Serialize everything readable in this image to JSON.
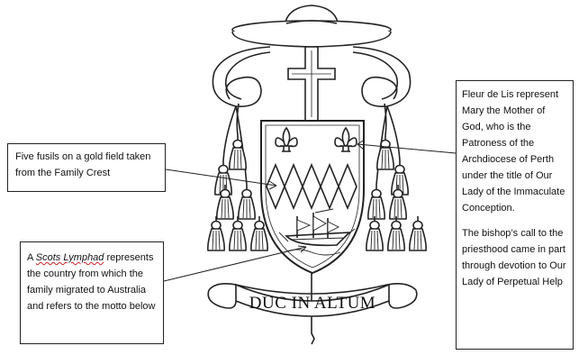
{
  "callouts": {
    "fusils": {
      "text": "Five fusils on a gold field taken from the Family Crest"
    },
    "lymphad": {
      "prefix": "A ",
      "italic": "Scots Lymphad",
      "rest": " represents the country from which the family migrated to Australia and refers to the motto below"
    },
    "fleur": {
      "para1": "Fleur de Lis represent Mary the Mother of God, who is the Patroness of the Archdiocese of Perth under the title of Our Lady of the Immaculate Conception.",
      "para2": "The bishop’s call to the priesthood came in part through devotion to Our Lady of Perpetual Help"
    }
  },
  "motto": "DUC IN ALTUM",
  "colors": {
    "line": "#222222",
    "background": "#ffffff"
  }
}
